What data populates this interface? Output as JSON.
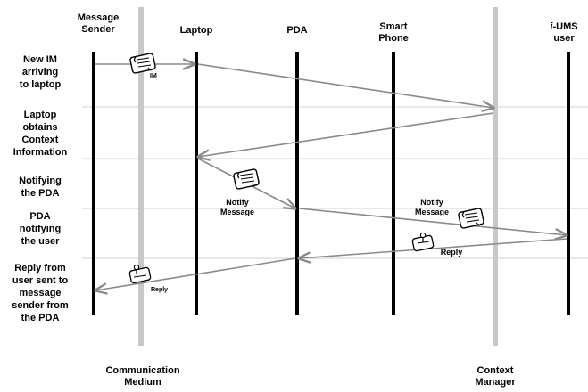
{
  "columns": {
    "message_sender": "Message\nSender",
    "laptop": "Laptop",
    "pda": "PDA",
    "smart_phone": "Smart\nPhone",
    "iums_user_prefix": "i",
    "iums_user_rest": "-UMS\nuser"
  },
  "rows": [
    {
      "label": "New IM\narriving\nto laptop"
    },
    {
      "label": "Laptop\nobtains\nContext\nInformation"
    },
    {
      "label": "Notifying\nthe PDA"
    },
    {
      "label": "PDA\nnotifying\nthe user"
    },
    {
      "label": "Reply from\nuser sent to\nmessage\nsender from\nthe PDA"
    }
  ],
  "message_labels": {
    "im": "IM",
    "notify_message_1": "Notify\nMessage",
    "notify_message_2": "Notify\nMessage",
    "reply": "Reply",
    "reply_small": "Reply"
  },
  "bottom_labels": {
    "communication_medium": "Communication\nMedium",
    "context_manager": "Context\nManager"
  },
  "colors": {
    "lifeline": "#000000",
    "medium_line": "#c8c8c8",
    "arrow": "#8a8a8a",
    "row_divider": "#d0d0d0"
  }
}
